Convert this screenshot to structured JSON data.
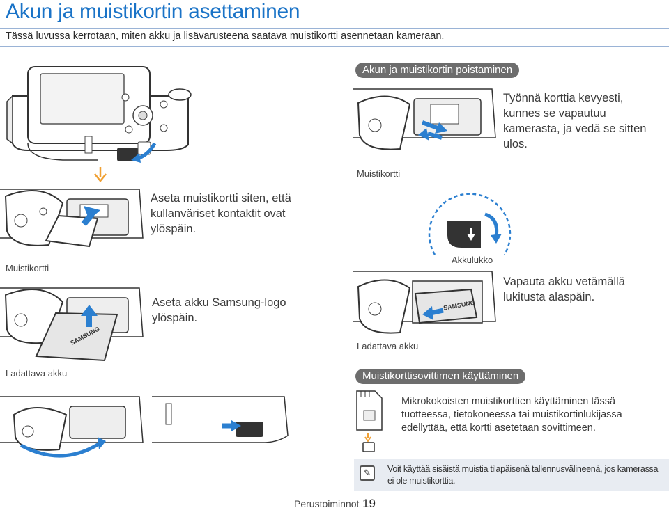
{
  "header": {
    "title": "Akun ja muistikortin asettaminen",
    "subtitle": "Tässä luvussa kerrotaan, miten akku ja lisävarusteena saatava muistikortti asennetaan kameraan."
  },
  "insert": {
    "step1_text": "Aseta muistikortti siten, että kullanväriset kontaktit ovat ylöspäin.",
    "memory_card_label": "Muistikortti",
    "step2_text": "Aseta akku Samsung-logo ylöspäin.",
    "battery_label": "Ladattava akku"
  },
  "removal": {
    "heading": "Akun ja muistikortin poistaminen",
    "card_text": "Työnnä korttia kevyesti, kunnes se vapautuu kamerasta, ja vedä se sitten ulos.",
    "card_label": "Muistikortti",
    "lock_label": "Akkulukko",
    "battery_text": "Vapauta akku vetämällä lukitusta alaspäin.",
    "battery_label": "Ladattava akku"
  },
  "adapter": {
    "heading": "Muistikorttisovittimen käyttäminen",
    "text": "Mikrokokoisten muistikorttien käyttäminen tässä tuotteessa, tietokoneessa tai muistikortinlukijassa edellyttää, että kortti asetetaan sovittimeen."
  },
  "note": {
    "icon": "pencil-note-icon",
    "text": "Voit käyttää sisäistä muistia tilapäisenä tallennusvälineenä, jos kamerassa ei ole muistikorttia."
  },
  "battery_logo": "SAMSUNG",
  "footer": {
    "section": "Perustoiminnot",
    "page": "19"
  },
  "colors": {
    "title_blue": "#1a73c7",
    "arrow_blue": "#2b7fd0",
    "pill_gray": "#6d6d6d",
    "orange_arrow": "#f0a033",
    "note_bg": "#e8ecf2"
  }
}
